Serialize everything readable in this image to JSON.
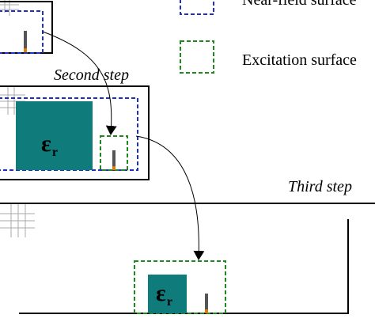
{
  "legend": {
    "nearfield_label": "Near-field surface",
    "excitation_label": "Excitation surface"
  },
  "steps": {
    "second": "Second step",
    "third": "Third step"
  },
  "material": {
    "symbol": "ε",
    "subscript": "r"
  },
  "colors": {
    "dielectric": "#0f7b7b",
    "nearfield_border": "#1f2fbf",
    "excitation_border": "#1e8a1e",
    "antenna": "#555555",
    "antenna_feed": "#e07b00",
    "grid": "#aaaaaa"
  }
}
